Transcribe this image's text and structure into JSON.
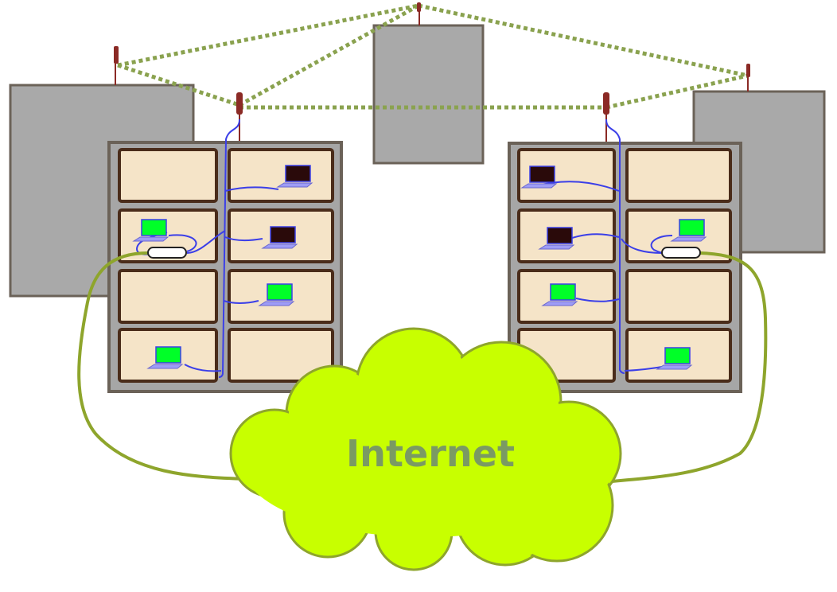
{
  "cloud_label": "Internet",
  "colors": {
    "background": "#ffffff",
    "building_gray": "#a9a9a9",
    "building_border": "#6b6258",
    "rack_frame": "#a6a6a6",
    "room_fill": "#f5e4c8",
    "room_border": "#4a2c1a",
    "antenna": "#8b2a25",
    "wireless_link": "#8aa24f",
    "lan_cable": "#3b3fe8",
    "uplink_cable": "#8ea52c",
    "cloud_fill": "#c8ff00",
    "cloud_stroke": "#8ea52c",
    "cloud_text": "#7a9a63",
    "laptop_on": "#00ff28",
    "laptop_off": "#2a0a0a",
    "laptop_base": "#9e9cf6",
    "router_fill": "#ffffff"
  },
  "elements": {
    "background_buildings": 3,
    "apartment_blocks": 2,
    "rooms_per_block": 8,
    "antennas": 5,
    "laptops_online": 6,
    "laptops_offline": 4,
    "routers": 2
  },
  "icons": [
    "antenna-icon",
    "laptop-icon",
    "router-icon",
    "cloud-icon"
  ]
}
